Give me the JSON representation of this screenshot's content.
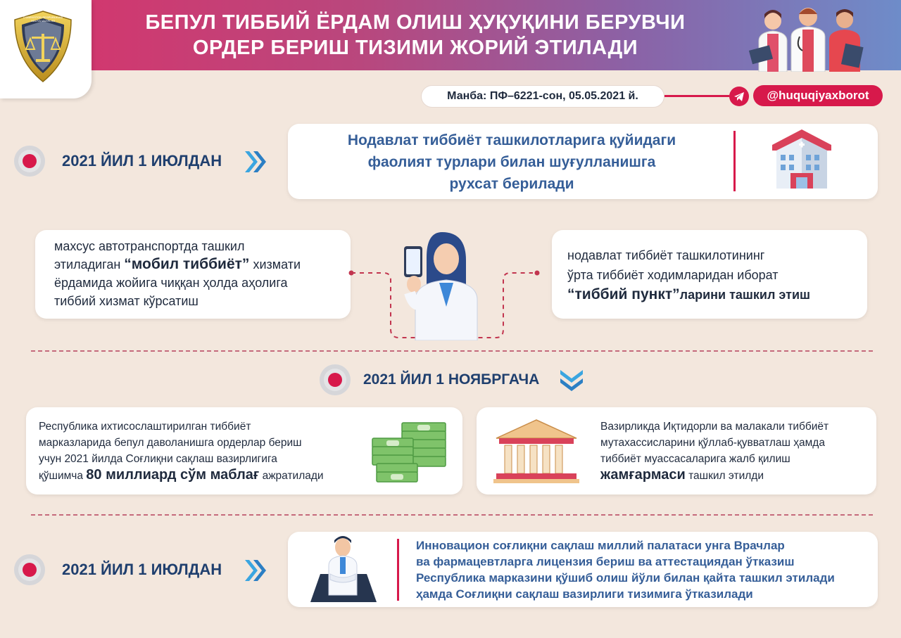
{
  "header": {
    "title_line1": "БЕПУЛ ТИББИЙ ЁРДАМ ОЛИШ ҲУҚУҚИНИ БЕРУВЧИ",
    "title_line2": "ОРДЕР БЕРИШ ТИЗИМИ ЖОРИЙ ЭТИЛАДИ"
  },
  "logo": {
    "text": "O‘ZBEKISTON RESPUBLIKASI ADLIYA VAZIRLIGI"
  },
  "source": {
    "label": "Манба: ПФ–6221-сон, 05.05.2021 й.",
    "channel": "@huquqiyaxborot"
  },
  "section1": {
    "date": "2021 ЙИЛ 1 ИЮЛДАН",
    "intro_line1": "Нодавлат тиббиёт ташкилотларига қуйидаги",
    "intro_line2": "фаолият турлари билан шуғулланишга",
    "intro_line3": "рухсат берилади"
  },
  "left_card": {
    "l1": "махсус автотранспортда ташкил",
    "l2a": "этиладиган ",
    "l2b": "“мобил тиббиёт”",
    "l2c": " хизмати",
    "l3": "ёрдамида жойига чиққан ҳолда аҳолига",
    "l4": "тиббий хизмат кўрсатиш"
  },
  "right_card": {
    "l1": "нодавлат тиббиёт ташкилотининг",
    "l2": "ўрта тиббиёт ходимларидан иборат",
    "l3a": "“тиббий пункт”",
    "l3b": "ларини ташкил этиш"
  },
  "section2": {
    "date": "2021 ЙИЛ 1 НОЯБРГАЧА"
  },
  "money_card": {
    "l1": "Республика ихтисослаштирилган тиббиёт",
    "l2": "марказларида бепул даволанишга ордерлар бериш",
    "l3": "учун 2021 йилда Соғлиқни сақлаш вазирлигига",
    "l4a": "қўшимча ",
    "l4b": "80 миллиард сўм маблағ",
    "l4c": " ажратилади"
  },
  "fund_card": {
    "l1": "Вазирликда Иқтидорли ва малакали тиббиёт",
    "l2": "мутахассисларини қўллаб-қувватлаш ҳамда",
    "l3": "тиббиёт муассасаларига жалб қилиш",
    "l4a": "жамғармаси",
    "l4b": " ташкил этилди"
  },
  "section3": {
    "date": "2021 ЙИЛ 1 ИЮЛДАН",
    "l1": "Инновацион соғлиқни сақлаш миллий палатаси унга Врачлар",
    "l2": "ва фармацевтларга лицензия бериш ва аттестациядан ўтказиш",
    "l3": "Республика марказини қўшиб олиш йўли билан қайта ташкил этилади",
    "l4": "ҳамда Соғлиқни сақлаш вазирлиги тизимига ўтказилади"
  },
  "colors": {
    "accent": "#d7194b",
    "navy": "#1f3f6e",
    "blue": "#355e98",
    "background": "#f3e7dd"
  }
}
